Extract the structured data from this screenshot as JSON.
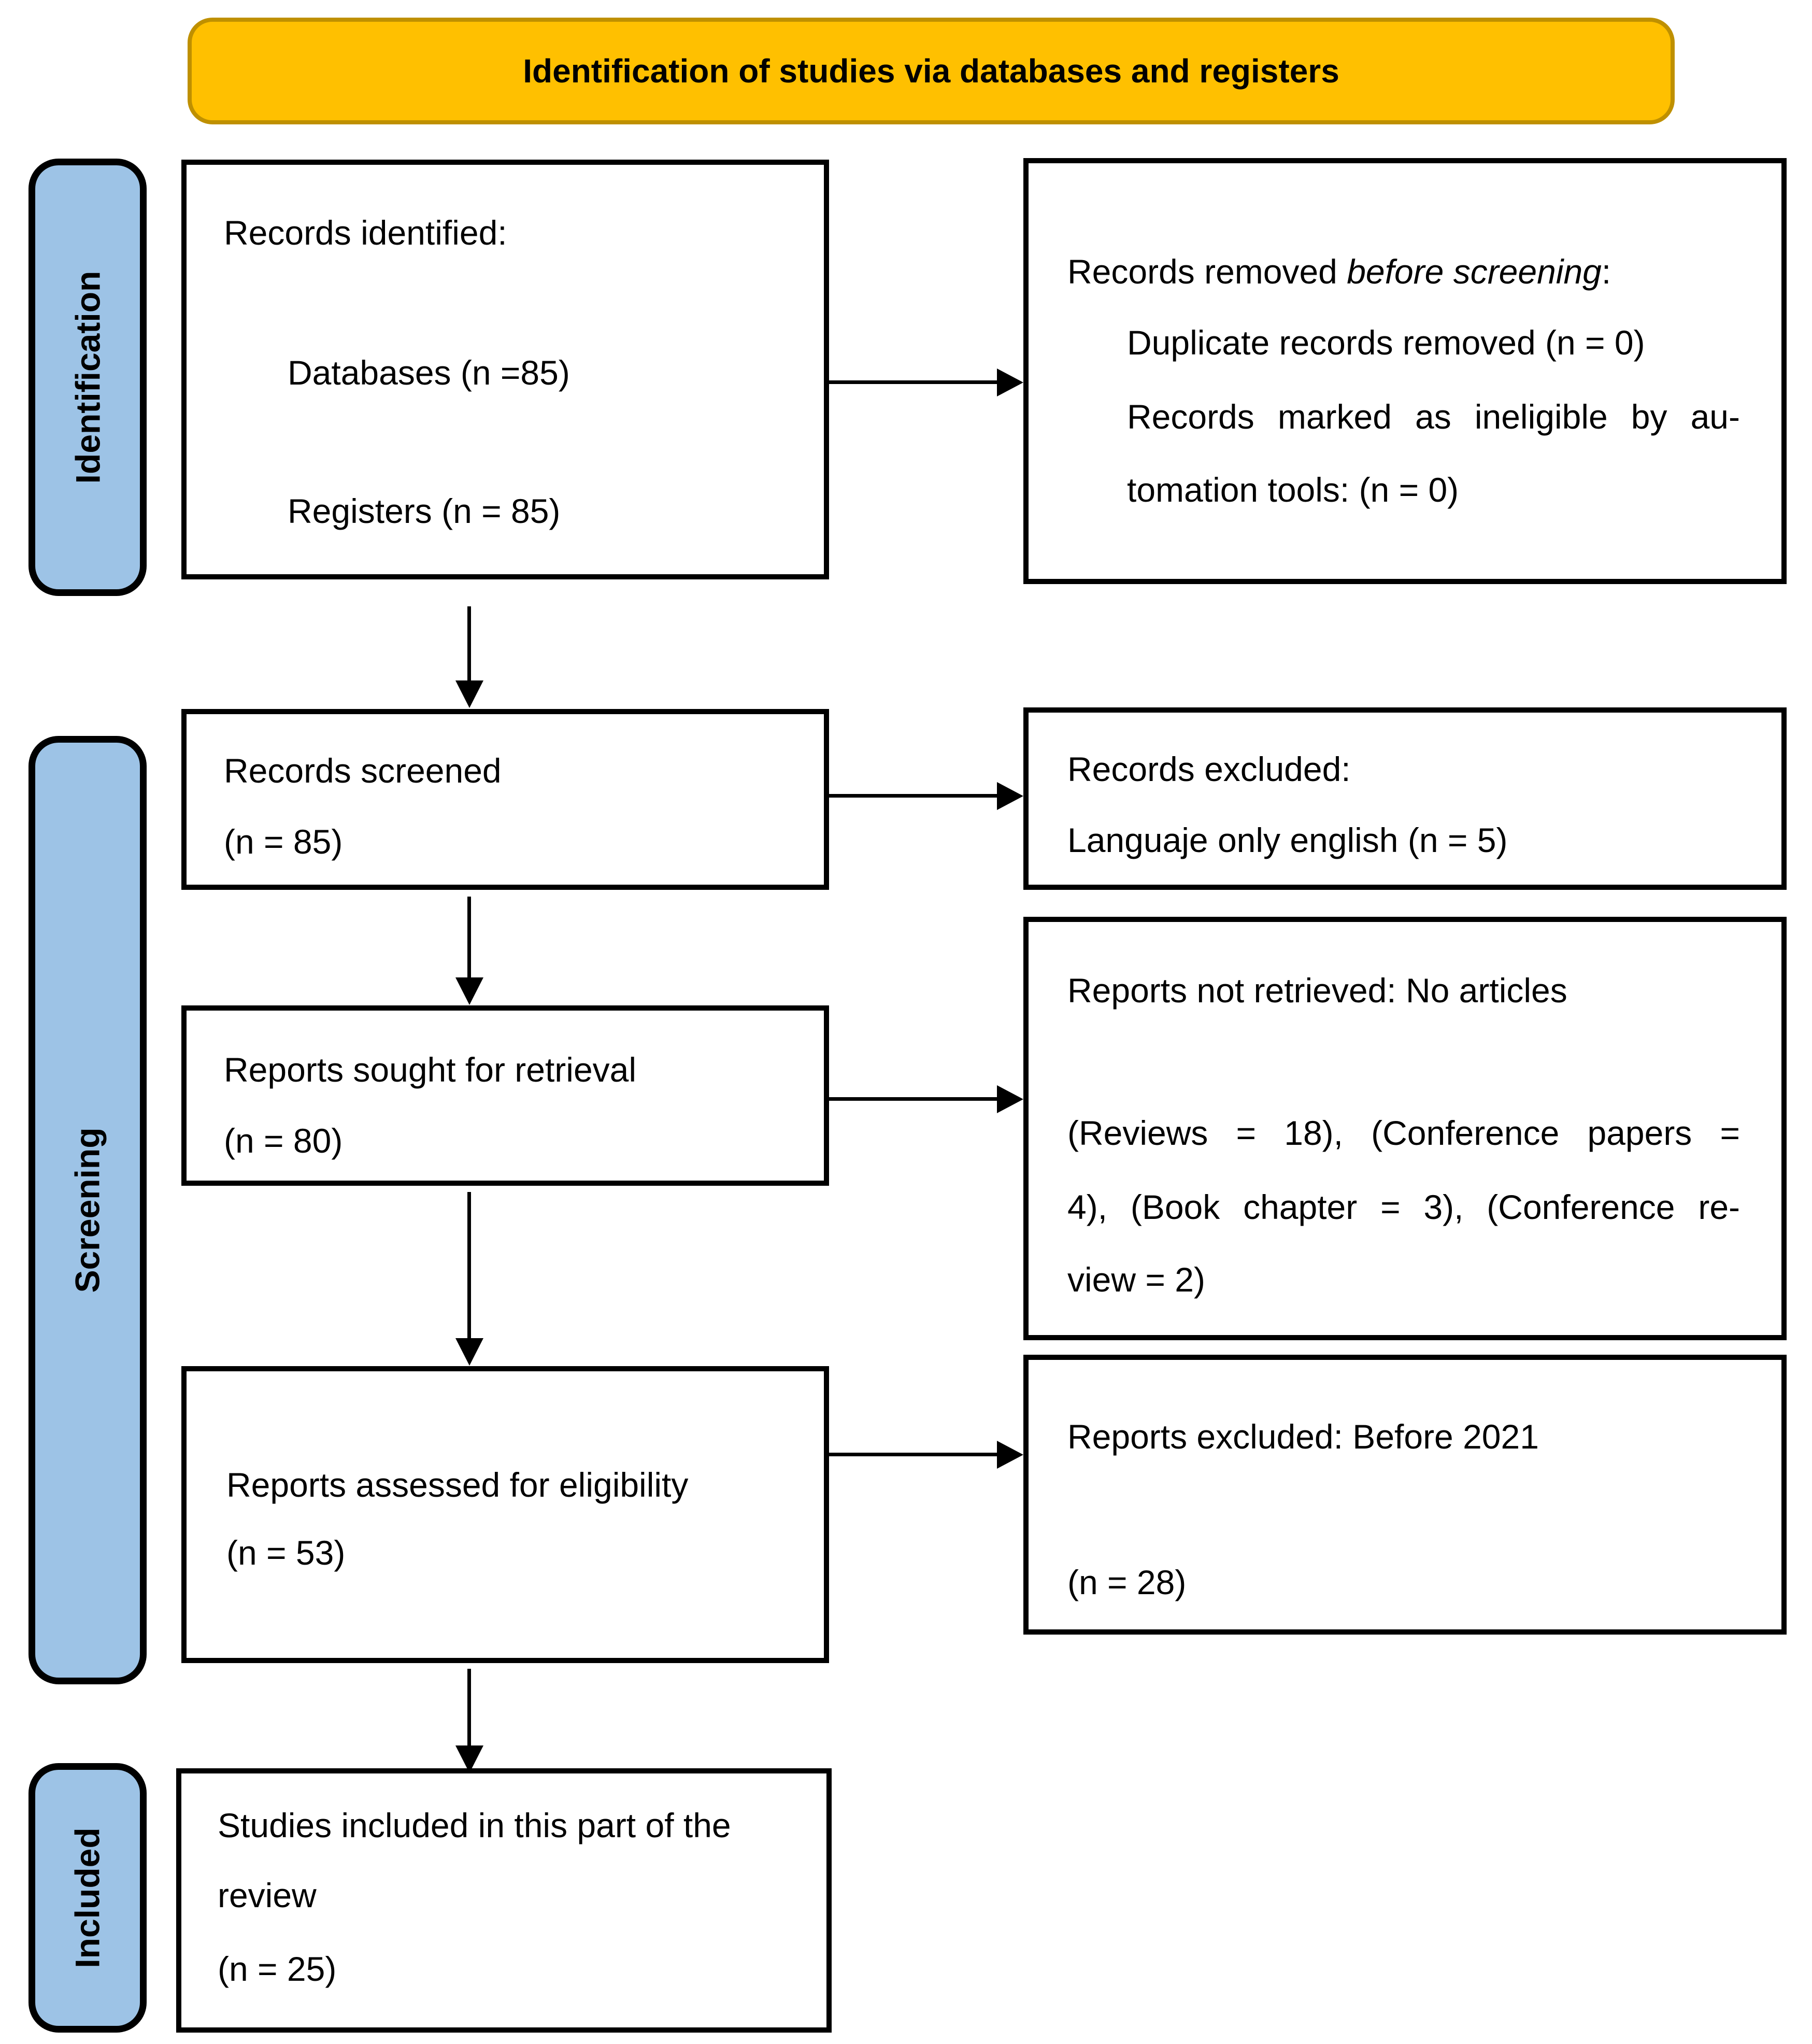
{
  "header": {
    "title": "Identification of studies via databases and registers"
  },
  "sidebar": {
    "identification": "Identification",
    "screening": "Screening",
    "included": "Included"
  },
  "boxes": {
    "records_identified": {
      "title": "Records identified:",
      "databases": "Databases (n =85)",
      "registers": "Registers (n = 85)"
    },
    "records_removed": {
      "line1_pre": "Records removed ",
      "line1_italic": "before screening",
      "line1_post": ":",
      "duplicate": "Duplicate records removed (n = 0)",
      "ineligible_1": "Records marked as ineligible by au-",
      "ineligible_2": "tomation tools: (n = 0)"
    },
    "records_screened": {
      "title": "Records screened",
      "n": "(n = 85)"
    },
    "records_excluded": {
      "title": "Records excluded:",
      "reason": "Languaje only english (n = 5)"
    },
    "reports_sought": {
      "title": "Reports sought for retrieval",
      "n": "(n = 80)"
    },
    "reports_not_retrieved": {
      "title": "Reports not retrieved: No articles",
      "detail_1": "(Reviews = 18), (Conference papers =",
      "detail_2": "4), (Book chapter = 3), (Conference re-",
      "detail_3": "view = 2)"
    },
    "reports_assessed": {
      "title": "Reports assessed for eligibility",
      "n": "(n = 53)"
    },
    "reports_excluded": {
      "title": "Reports excluded: Before 2021",
      "n": "(n = 28)"
    },
    "studies_included": {
      "line1": "Studies included in this part of the",
      "line2": "review",
      "n": "(n = 25)"
    }
  },
  "colors": {
    "header_fill": "#FFC000",
    "header_border": "#BF9000",
    "sidebar_fill": "#9DC3E6",
    "box_border": "#000000"
  }
}
